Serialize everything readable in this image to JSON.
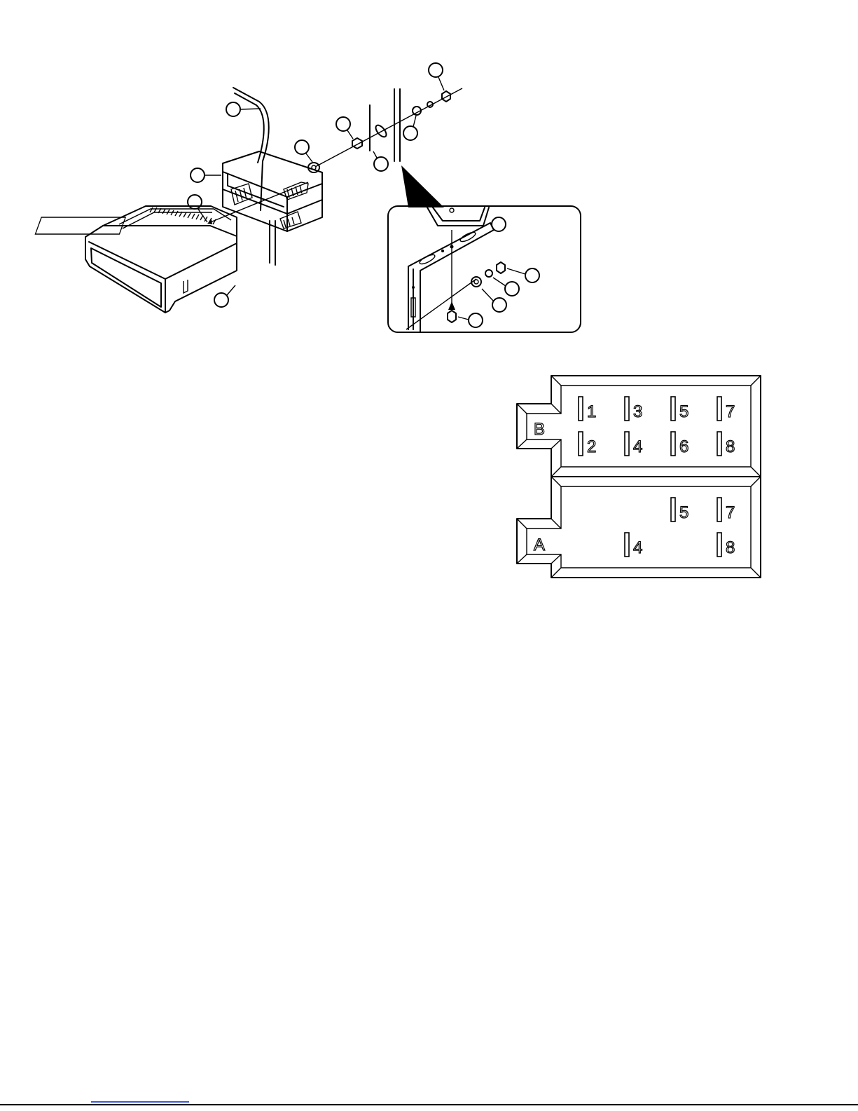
{
  "connector": {
    "blocks": [
      {
        "name": "B",
        "pins": [
          {
            "label": "1",
            "row": 0,
            "col": 0
          },
          {
            "label": "3",
            "row": 0,
            "col": 1
          },
          {
            "label": "5",
            "row": 0,
            "col": 2
          },
          {
            "label": "7",
            "row": 0,
            "col": 3
          },
          {
            "label": "2",
            "row": 1,
            "col": 0
          },
          {
            "label": "4",
            "row": 1,
            "col": 1
          },
          {
            "label": "6",
            "row": 1,
            "col": 2
          },
          {
            "label": "8",
            "row": 1,
            "col": 3
          }
        ]
      },
      {
        "name": "A",
        "pins": [
          {
            "label": "5",
            "row": 0,
            "col": 2
          },
          {
            "label": "7",
            "row": 0,
            "col": 3
          },
          {
            "label": "4",
            "row": 1,
            "col": 1
          },
          {
            "label": "8",
            "row": 1,
            "col": 3
          }
        ]
      }
    ]
  },
  "colors": {
    "line": "#000000",
    "paper": "#ffffff",
    "link": "#3b5bdb"
  }
}
